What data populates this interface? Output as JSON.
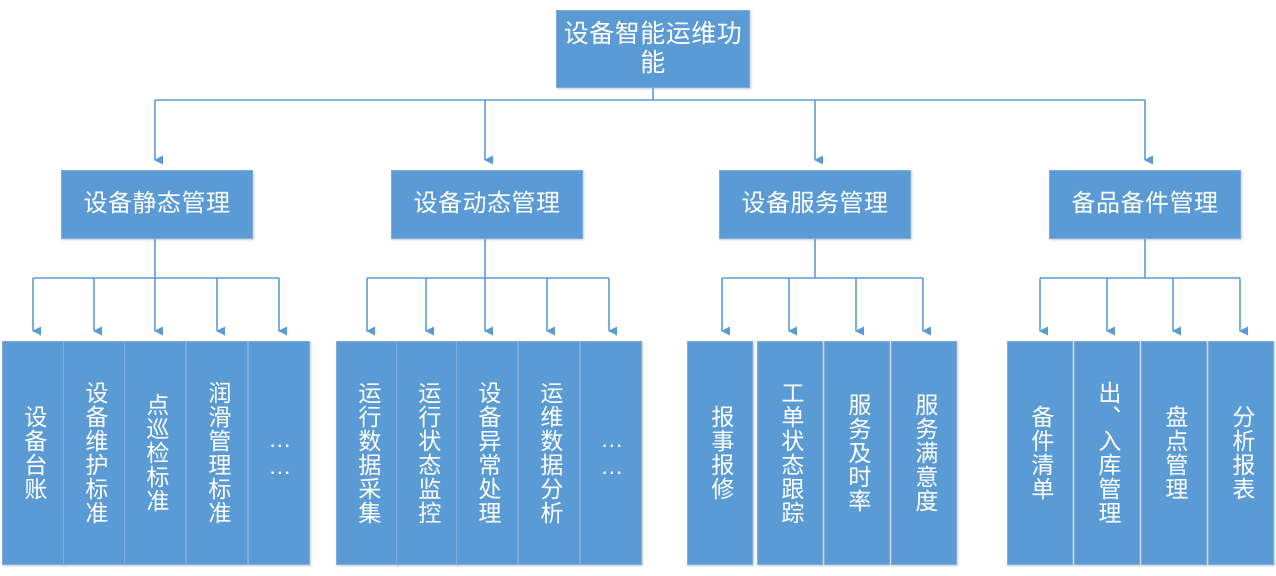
{
  "diagram": {
    "type": "tree",
    "orientation": "top-down",
    "colors": {
      "node_fill": "#5B9BD5",
      "node_border": "#81ABDB",
      "node_text": "#FFFFFF",
      "connector": "#5B9BD5",
      "background": "#FFFFFF"
    },
    "root": {
      "label": "设备智能运维功能"
    },
    "branches": [
      {
        "label": "设备静态管理",
        "children": [
          {
            "label": "设备台账"
          },
          {
            "label": "设备维护标准"
          },
          {
            "label": "点巡检标准"
          },
          {
            "label": "润滑管理标准"
          },
          {
            "label": "……"
          }
        ]
      },
      {
        "label": "设备动态管理",
        "children": [
          {
            "label": "运行数据采集"
          },
          {
            "label": "运行状态监控"
          },
          {
            "label": "设备异常处理"
          },
          {
            "label": "运维数据分析"
          },
          {
            "label": "……"
          }
        ]
      },
      {
        "label": "设备服务管理",
        "children": [
          {
            "label": "报事报修"
          },
          {
            "label": "工单状态跟踪"
          },
          {
            "label": "服务及时率"
          },
          {
            "label": "服务满意度"
          }
        ]
      },
      {
        "label": "备品备件管理",
        "children": [
          {
            "label": "备件清单"
          },
          {
            "label": "出、入库管理"
          },
          {
            "label": "盘点管理"
          },
          {
            "label": "分析报表"
          }
        ]
      }
    ]
  }
}
